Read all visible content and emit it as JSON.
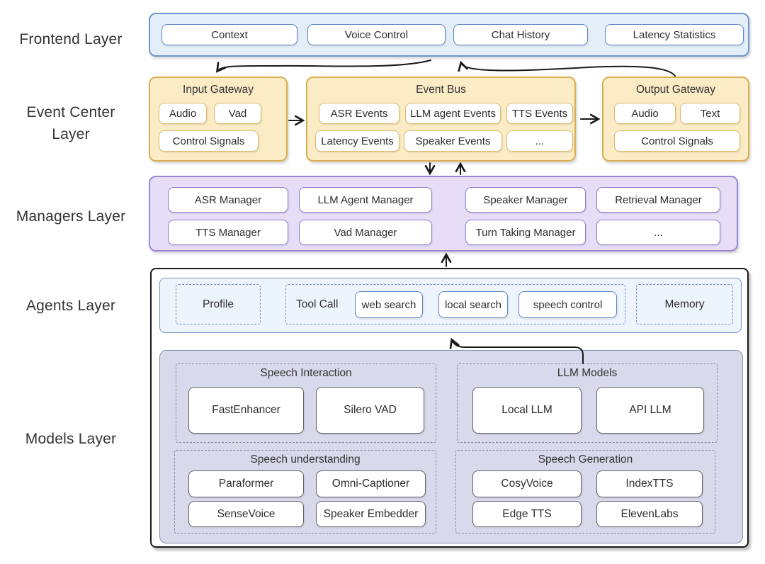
{
  "layers": {
    "frontend": {
      "label": "Frontend Layer",
      "items": [
        "Context",
        "Voice Control",
        "Chat History",
        "Latency Statistics"
      ]
    },
    "event_center": {
      "label_line1": "Event Center",
      "label_line2": "Layer",
      "input_gateway": {
        "title": "Input Gateway",
        "row1": [
          "Audio",
          "Vad"
        ],
        "row2": [
          "Control Signals"
        ]
      },
      "event_bus": {
        "title": "Event Bus",
        "row1": [
          "ASR Events",
          "LLM agent Events",
          "TTS Events"
        ],
        "row2": [
          "Latency Events",
          "Speaker Events",
          "..."
        ]
      },
      "output_gateway": {
        "title": "Output Gateway",
        "row1": [
          "Audio",
          "Text"
        ],
        "row2": [
          "Control Signals"
        ]
      }
    },
    "managers": {
      "label": "Managers Layer",
      "row1": [
        "ASR Manager",
        "LLM Agent Manager",
        "Speaker Manager",
        "Retrieval Manager"
      ],
      "row2": [
        "TTS Manager",
        "Vad Manager",
        "Turn Taking Manager",
        "..."
      ]
    },
    "agents": {
      "label": "Agents Layer",
      "profile": "Profile",
      "tool_call": {
        "title": "Tool Call",
        "tools": [
          "web search",
          "local search",
          "speech control"
        ]
      },
      "memory": "Memory"
    },
    "models": {
      "label": "Models Layer",
      "groups": [
        {
          "title": "Speech Interaction",
          "items": [
            "FastEnhancer",
            "Silero VAD"
          ]
        },
        {
          "title": "LLM Models",
          "items": [
            "Local LLM",
            "API LLM"
          ]
        },
        {
          "title": "Speech understanding",
          "items": [
            "Paraformer",
            "Omni-Captioner",
            "SenseVoice",
            "Speaker Embedder"
          ]
        },
        {
          "title": "Speech Generation",
          "items": [
            "CosyVoice",
            "IndexTTS",
            "Edge TTS",
            "ElevenLabs"
          ]
        }
      ]
    }
  },
  "colors": {
    "frontend_fill": "#E4EEF9",
    "frontend_border": "#6E96CE",
    "frontend_chip_border": "#5C85C7",
    "event_fill": "#FBECC6",
    "event_border": "#D9AF52",
    "event_chip_border": "#DCBA6C",
    "managers_fill": "#E5DEF6",
    "managers_border": "#9C85DA",
    "managers_chip_border": "#8F78D2",
    "outer_border": "#1A1A1A",
    "agents_fill": "#EEF4FB",
    "agents_border": "#7396CE",
    "agents_dashed": "#6B8FD0",
    "tool_chip_border": "#5B85C9",
    "models_fill": "#D8DAEC",
    "models_border": "#8B90AE",
    "models_dashed": "#8C8C8C",
    "model_chip_border": "#5F6368",
    "arrow": "#1A1A1A"
  }
}
